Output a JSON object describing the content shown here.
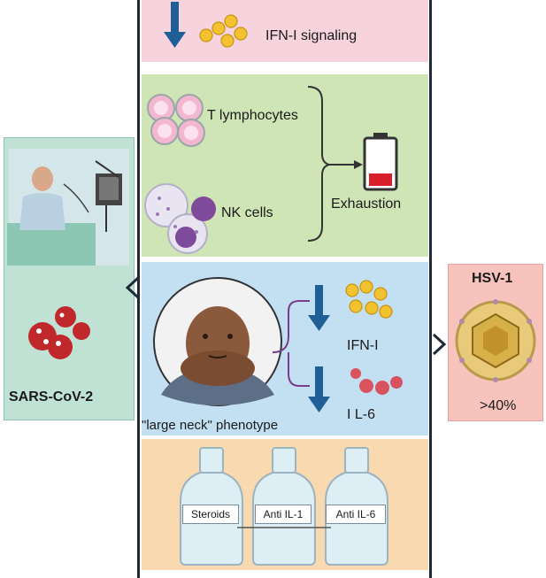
{
  "ifn_panel": {
    "label": "IFN-I signaling"
  },
  "cells_panel": {
    "t_cells": "T lymphocytes",
    "nk_cells": "NK cells",
    "outcome": "Exhaustion"
  },
  "neck_panel": {
    "phenotype": "\"large neck\" phenotype",
    "ifn": "IFN-I",
    "il6": "I L-6"
  },
  "drugs_panel": {
    "bottles": [
      "Steroids",
      "Anti IL-1",
      "Anti IL-6"
    ]
  },
  "left_panel": {
    "virus": "SARS-CoV-2"
  },
  "right_panel": {
    "virus": "HSV-1",
    "percent": ">40%"
  },
  "colors": {
    "arrow_blue": "#1f5f96",
    "ifn_particle": "#f2c230",
    "il6_particle": "#d9535f",
    "t_cell": "#f3b7d0",
    "nk_cell": "#8e56a8",
    "battery_red": "#d8202a",
    "bracket_purple": "#7a3d8c"
  }
}
